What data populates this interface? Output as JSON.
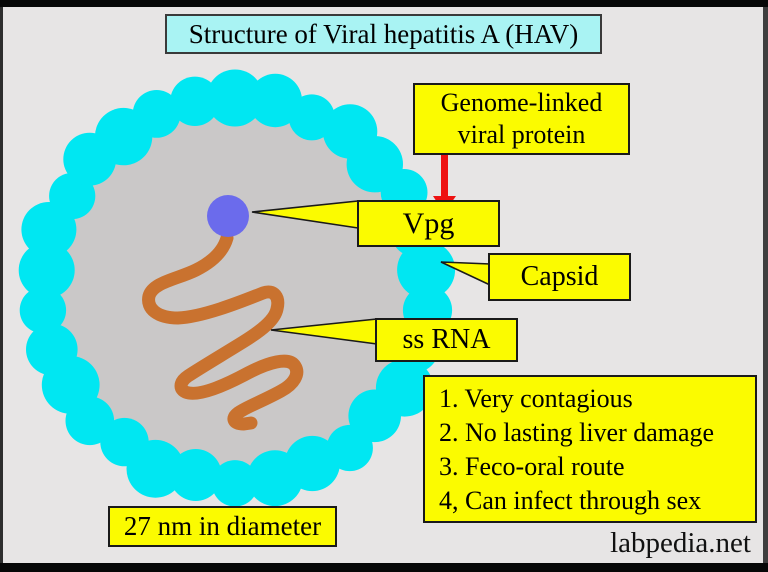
{
  "title": "Structure of Viral hepatitis A (HAV)",
  "labels": {
    "genome": {
      "line1": "Genome-linked",
      "line2": "viral protein"
    },
    "vpg": "Vpg",
    "capsid": "Capsid",
    "ssrna": "ss RNA",
    "size": "27 nm in diameter"
  },
  "info": {
    "items": [
      "1. Very contagious",
      "2. No lasting liver damage",
      "3. Feco-oral route",
      "4, Can infect through sex"
    ]
  },
  "watermark": "labpedia.net",
  "colors": {
    "background": "#e7e5e5",
    "capsid_cyan": "#00e7f2",
    "core_gray": "#cac8c8",
    "rna_orange": "#c9722f",
    "vpg_blue": "#6b6bec",
    "label_yellow": "#fbfb00",
    "title_cyan": "#a9f3f3",
    "arrow_red": "#ee1111"
  }
}
